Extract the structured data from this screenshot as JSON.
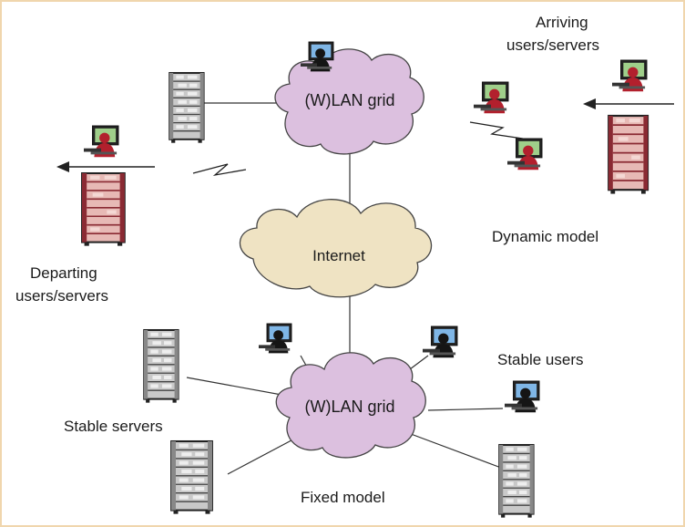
{
  "labels": {
    "cloud_top": "(W)LAN grid",
    "cloud_internet": "Internet",
    "cloud_bottom": "(W)LAN grid",
    "arriving_line1": "Arriving",
    "arriving_line2": "users/servers",
    "departing_line1": "Departing",
    "departing_line2": "users/servers",
    "dynamic_model": "Dynamic model",
    "stable_users": "Stable users",
    "stable_servers": "Stable servers",
    "fixed_model": "Fixed model"
  },
  "colors": {
    "frame": "#f0d6ad",
    "cloud_lan": "#dcc0df",
    "cloud_internet": "#efe3c3",
    "cloud_stroke": "#444444",
    "server_gray": "#c9c9c9",
    "server_red": "#8a2a33",
    "monitor_green": "#9fcf8a",
    "monitor_blue": "#7fb6e6",
    "user_red": "#b2202d",
    "user_black": "#151515"
  },
  "icons": {
    "server": "server-rack-icon",
    "user": "user-workstation-icon",
    "arrow": "arrow-left-icon",
    "wireless": "wireless-zigzag-icon"
  }
}
